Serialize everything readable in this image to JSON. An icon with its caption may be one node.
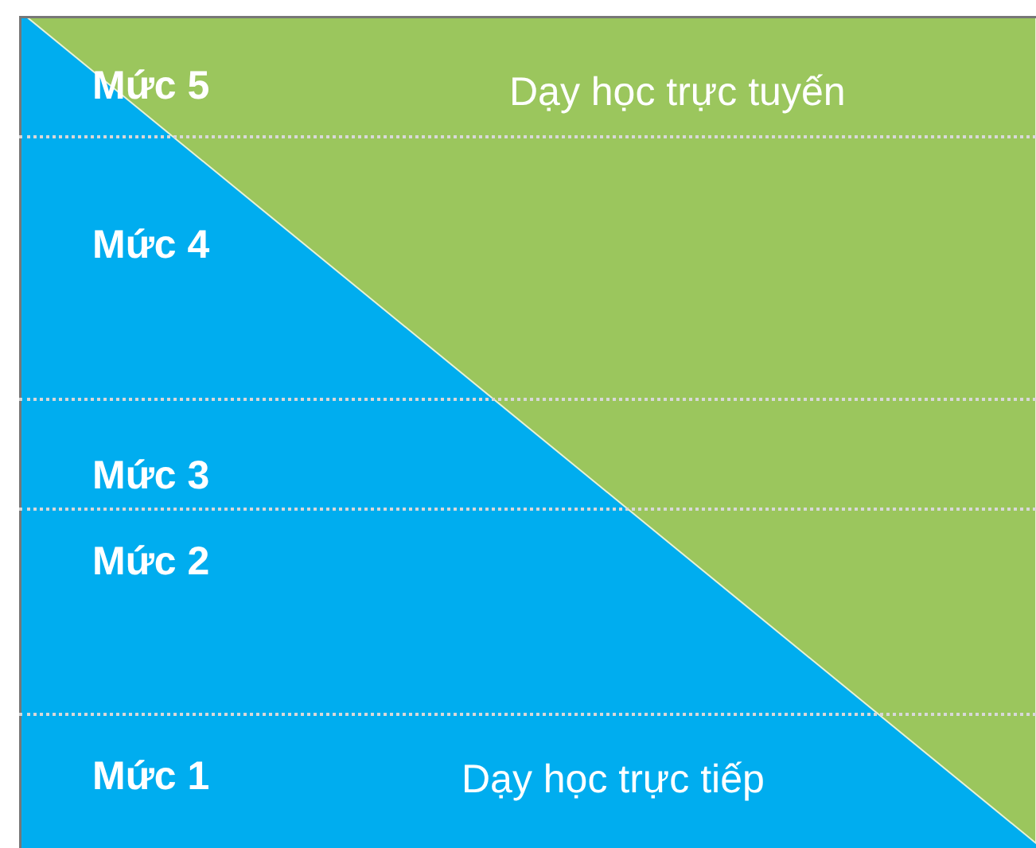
{
  "diagram": {
    "nodes": [
      {
        "text": [
          "Mức 5"
        ]
      },
      {
        "text": [
          "Mức 4"
        ]
      },
      {
        "text": [
          "Mức 3"
        ]
      },
      {
        "text": [
          "Mức 2"
        ]
      },
      {
        "text": [
          "Mức 1"
        ]
      }
    ],
    "labels": [
      "Dạy học trực tuyến",
      "Dạy học trực tiếp"
    ]
  }
}
